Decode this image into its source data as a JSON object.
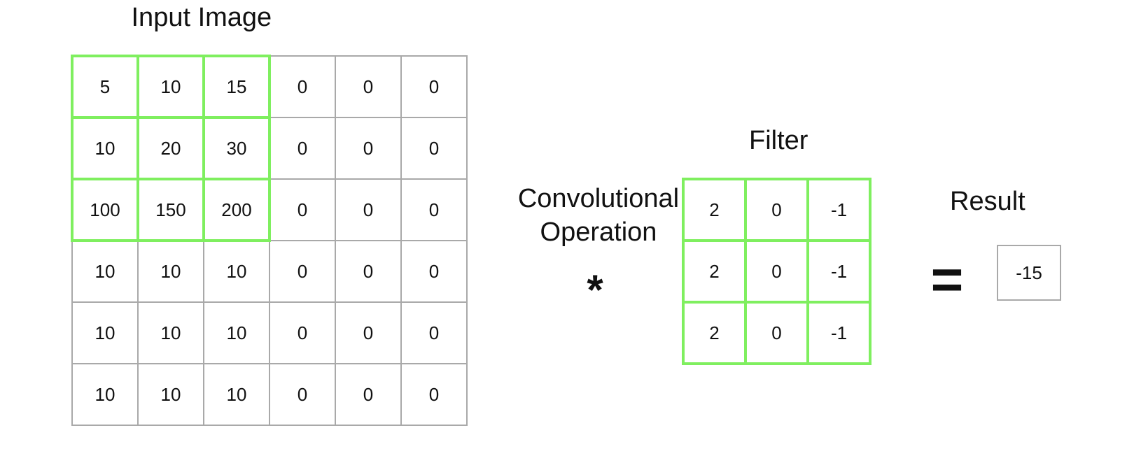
{
  "input_image": {
    "title": "Input Image",
    "rows": [
      [
        "5",
        "10",
        "15",
        "0",
        "0",
        "0"
      ],
      [
        "10",
        "20",
        "30",
        "0",
        "0",
        "0"
      ],
      [
        "100",
        "150",
        "200",
        "0",
        "0",
        "0"
      ],
      [
        "10",
        "10",
        "10",
        "0",
        "0",
        "0"
      ],
      [
        "10",
        "10",
        "10",
        "0",
        "0",
        "0"
      ],
      [
        "10",
        "10",
        "10",
        "0",
        "0",
        "0"
      ]
    ],
    "highlight_rows": 3,
    "highlight_cols": 3
  },
  "operation": {
    "line1": "Convolutional",
    "line2": "Operation",
    "symbol": "*"
  },
  "filter": {
    "title": "Filter",
    "rows": [
      [
        "2",
        "0",
        "-1"
      ],
      [
        "2",
        "0",
        "-1"
      ],
      [
        "2",
        "0",
        "-1"
      ]
    ]
  },
  "equals": "=",
  "result": {
    "title": "Result",
    "value": "-15"
  },
  "colors": {
    "grid_line": "#a9a9a9",
    "highlight": "#7fef5f",
    "text": "#111111"
  }
}
